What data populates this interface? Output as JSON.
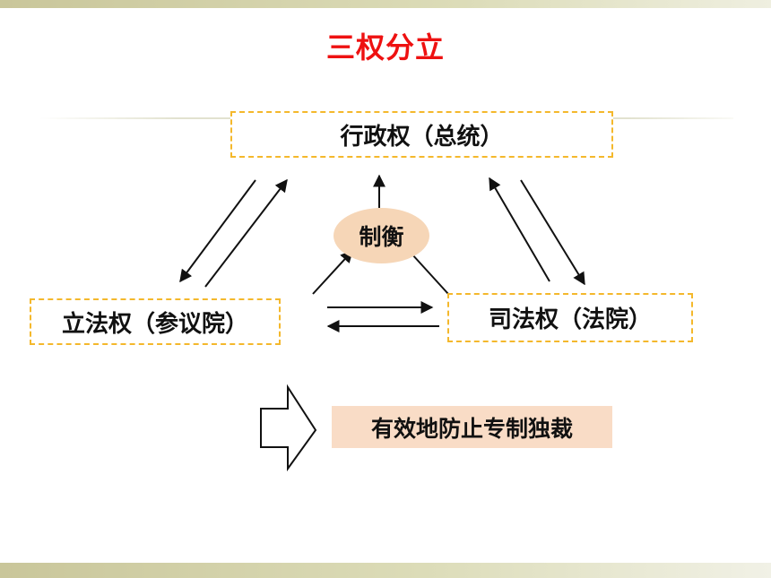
{
  "title": "三权分立",
  "nodes": {
    "executive": "行政权（总统）",
    "legislative": "立法权（参议院）",
    "judicial": "司法权（法院）",
    "center": "制衡"
  },
  "result": "有效地防止专制独裁"
}
